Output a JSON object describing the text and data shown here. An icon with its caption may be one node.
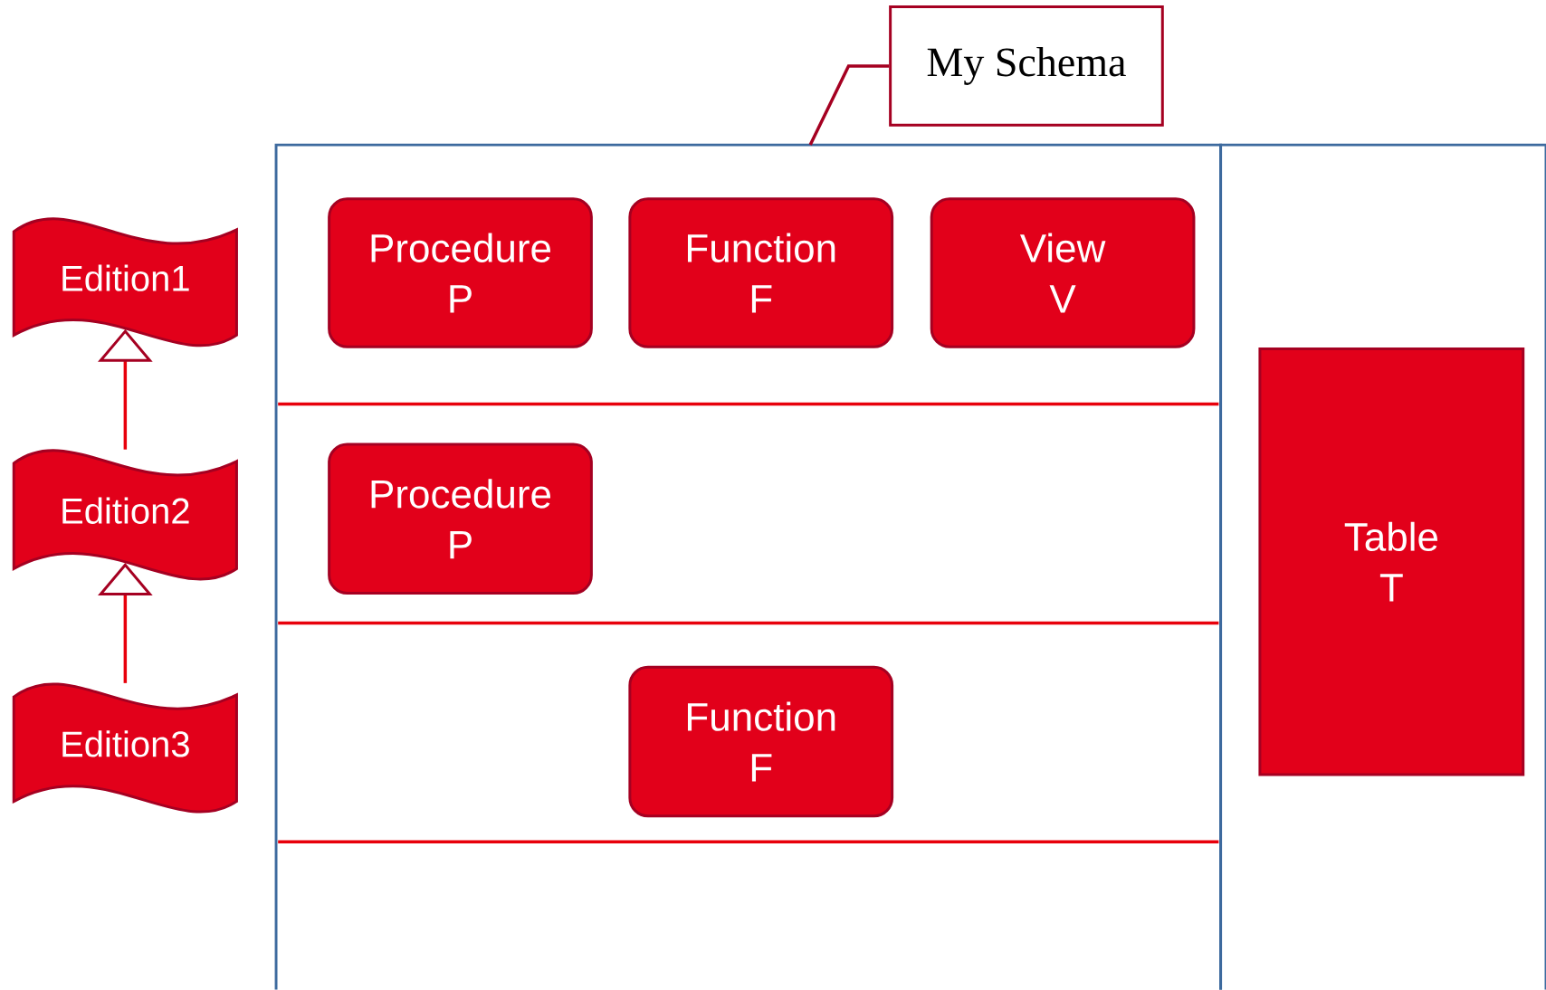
{
  "diagram": {
    "nodes": [
      {
        "text": [
          "My Schema"
        ]
      },
      {
        "text": [
          "Edition1"
        ]
      },
      {
        "text": [
          "Edition2"
        ]
      },
      {
        "text": [
          "Edition3"
        ]
      },
      {
        "text": [],
        "shape": "box"
      },
      {
        "text": [
          "Procedure P"
        ],
        "in": 4
      },
      {
        "text": [
          "Function F"
        ],
        "in": 4
      },
      {
        "text": [
          "View V"
        ],
        "in": 4
      },
      {
        "text": [
          "Procedure P"
        ],
        "in": 4
      },
      {
        "text": [
          "Function F"
        ],
        "in": 4
      },
      {
        "text": [],
        "shape": "box"
      },
      {
        "text": [
          "Table T"
        ],
        "in": 10
      }
    ],
    "edges": [
      {
        "from": 0,
        "to": 4,
        "arrow": "none",
        "color": "#a50021"
      },
      {
        "from": 2,
        "to": 1,
        "arrow": "to"
      },
      {
        "from": 3,
        "to": 2,
        "arrow": "to"
      }
    ]
  }
}
